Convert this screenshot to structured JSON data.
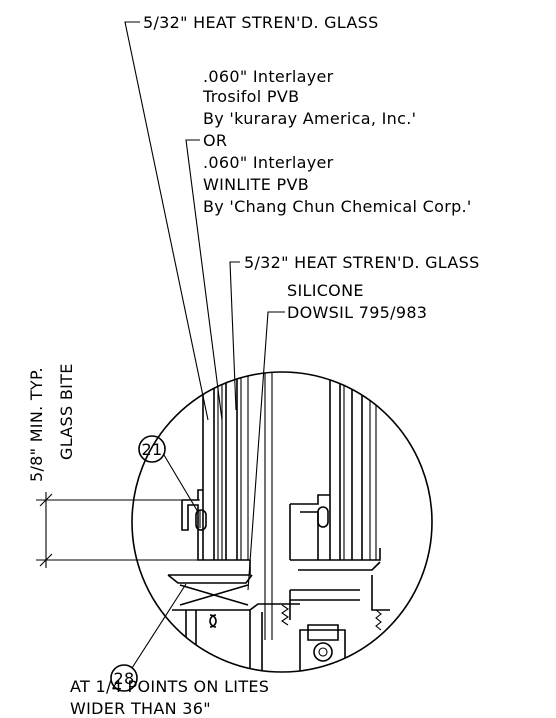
{
  "labels": {
    "outer_glass": "5/32\" HEAT STREN'D. GLASS",
    "interlayer1_line1": ".060\" Interlayer",
    "interlayer1_line2": "Trosifol PVB",
    "interlayer1_line3": "By 'kuraray America, Inc.'",
    "or": "OR",
    "interlayer2_line1": ".060\" Interlayer",
    "interlayer2_line2": "WINLITE PVB",
    "interlayer2_line3": "By 'Chang Chun Chemical Corp.'",
    "inner_glass": "5/32\" HEAT STREN'D. GLASS",
    "silicone_line1": "SILICONE",
    "silicone_line2": "DOWSIL 795/983",
    "glass_bite_dim": "5/8\" MIN. TYP.",
    "glass_bite": "GLASS BITE",
    "callout_21": "21",
    "callout_28": "28",
    "note_line1": "AT 1/4 POINTS ON LITES",
    "note_line2": "WIDER THAN 36\""
  }
}
